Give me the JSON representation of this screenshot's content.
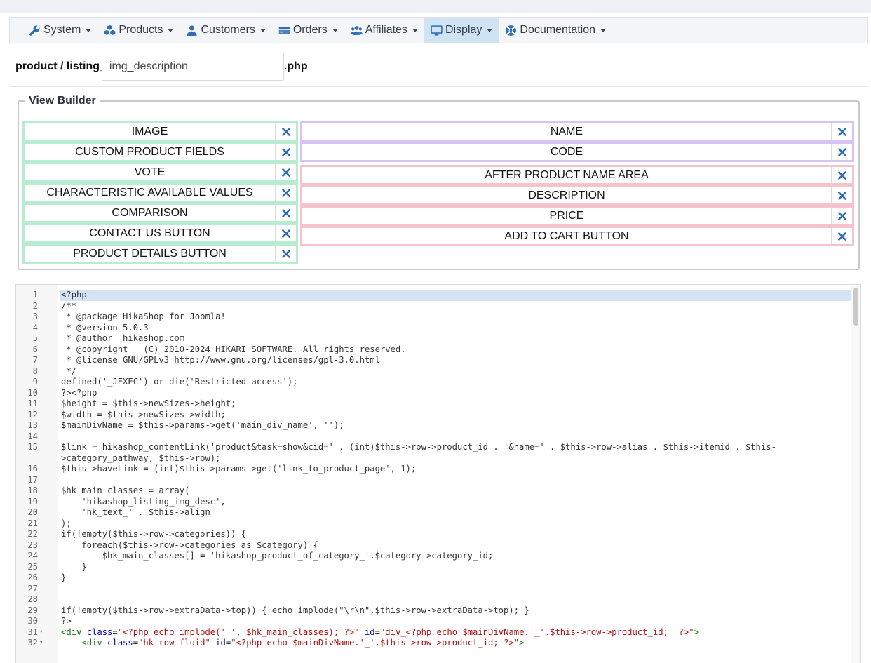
{
  "nav": {
    "items": [
      {
        "label": "System",
        "icon": "wrench-icon"
      },
      {
        "label": "Products",
        "icon": "cubes-icon"
      },
      {
        "label": "Customers",
        "icon": "user-icon"
      },
      {
        "label": "Orders",
        "icon": "credit-card-icon"
      },
      {
        "label": "Affiliates",
        "icon": "users-icon"
      },
      {
        "label": "Display",
        "icon": "monitor-icon",
        "active": true
      },
      {
        "label": "Documentation",
        "icon": "life-ring-icon"
      }
    ]
  },
  "file": {
    "prefix": "product / listing_",
    "value": "img_description",
    "suffix": ".php"
  },
  "builder": {
    "legend": "View Builder",
    "left": [
      "IMAGE",
      "CUSTOM PRODUCT FIELDS",
      "VOTE",
      "CHARACTERISTIC AVAILABLE VALUES",
      "COMPARISON",
      "CONTACT US BUTTON",
      "PRODUCT DETAILS BUTTON"
    ],
    "right_top": [
      "NAME",
      "CODE"
    ],
    "right_bottom": [
      "AFTER PRODUCT NAME AREA",
      "DESCRIPTION",
      "PRICE",
      "ADD TO CART BUTTON"
    ]
  },
  "colors": {
    "accent_blue": "#2f6db5",
    "green_slot": "#b8ecd0",
    "purple_slot": "#d7c4f4",
    "red_slot": "#f5c3cc"
  },
  "editor": {
    "lines": [
      {
        "n": "1",
        "text": "<?php"
      },
      {
        "n": "2",
        "text": "/**"
      },
      {
        "n": "3",
        "text": " * @package HikaShop for Joomla!"
      },
      {
        "n": "4",
        "text": " * @version 5.0.3"
      },
      {
        "n": "5",
        "text": " * @author  hikashop.com"
      },
      {
        "n": "6",
        "text": " * @copyright   (C) 2010-2024 HIKARI SOFTWARE. All rights reserved."
      },
      {
        "n": "7",
        "text": " * @license GNU/GPLv3 http://www.gnu.org/licenses/gpl-3.0.html"
      },
      {
        "n": "8",
        "text": " */"
      },
      {
        "n": "9",
        "text": "defined('_JEXEC') or die('Restricted access');"
      },
      {
        "n": "10",
        "text": "?><?php"
      },
      {
        "n": "11",
        "text": "$height = $this->newSizes->height;"
      },
      {
        "n": "12",
        "text": "$width = $this->newSizes->width;"
      },
      {
        "n": "13",
        "text": "$mainDivName = $this->params->get('main_div_name', '');"
      },
      {
        "n": "14",
        "text": ""
      },
      {
        "n": "15",
        "text": "$link = hikashop_contentLink('product&task=show&cid=' . (int)$this->row->product_id . '&name=' . $this->row->alias . $this->itemid . $this-"
      },
      {
        "n": "",
        "text": ">category_pathway, $this->row);"
      },
      {
        "n": "16",
        "text": "$this->haveLink = (int)$this->params->get('link_to_product_page', 1);"
      },
      {
        "n": "17",
        "text": ""
      },
      {
        "n": "18",
        "text": "$hk_main_classes = array("
      },
      {
        "n": "19",
        "text": "    'hikashop_listing_img_desc',"
      },
      {
        "n": "20",
        "text": "    'hk_text_' . $this->align"
      },
      {
        "n": "21",
        "text": ");"
      },
      {
        "n": "22",
        "text": "if(!empty($this->row->categories)) {"
      },
      {
        "n": "23",
        "text": "    foreach($this->row->categories as $category) {"
      },
      {
        "n": "24",
        "text": "        $hk_main_classes[] = 'hikashop_product_of_category_'.$category->category_id;"
      },
      {
        "n": "25",
        "text": "    }"
      },
      {
        "n": "26",
        "text": "}"
      },
      {
        "n": "27",
        "text": ""
      },
      {
        "n": "28",
        "text": ""
      },
      {
        "n": "29",
        "text": "if(!empty($this->row->extraData->top)) { echo implode(\"\\r\\n\",$this->row->extraData->top); }"
      },
      {
        "n": "30",
        "text": "?>"
      },
      {
        "n": "31",
        "fold": "▾",
        "html": true,
        "parts": [
          {
            "c": "tag",
            "t": "<div "
          },
          {
            "c": "attr",
            "t": "class"
          },
          {
            "c": "",
            "t": "="
          },
          {
            "c": "str",
            "t": "\"<?php echo implode(' ', $hk_main_classes); ?>\""
          },
          {
            "c": "",
            "t": " "
          },
          {
            "c": "attr",
            "t": "id"
          },
          {
            "c": "",
            "t": "="
          },
          {
            "c": "str",
            "t": "\"div_<?php echo $mainDivName.'_'.$this->row->product_id;  ?>\""
          },
          {
            "c": "tag",
            "t": ">"
          }
        ]
      },
      {
        "n": "32",
        "fold": "▾",
        "html": true,
        "parts": [
          {
            "c": "",
            "t": "    "
          },
          {
            "c": "tag",
            "t": "<div "
          },
          {
            "c": "attr",
            "t": "class"
          },
          {
            "c": "",
            "t": "="
          },
          {
            "c": "str",
            "t": "\"hk-row-fluid\""
          },
          {
            "c": "",
            "t": " "
          },
          {
            "c": "attr",
            "t": "id"
          },
          {
            "c": "",
            "t": "="
          },
          {
            "c": "str",
            "t": "\"<?php echo $mainDivName.'_'.$this->row->product_id; ?>\""
          },
          {
            "c": "tag",
            "t": ">"
          }
        ]
      }
    ]
  }
}
